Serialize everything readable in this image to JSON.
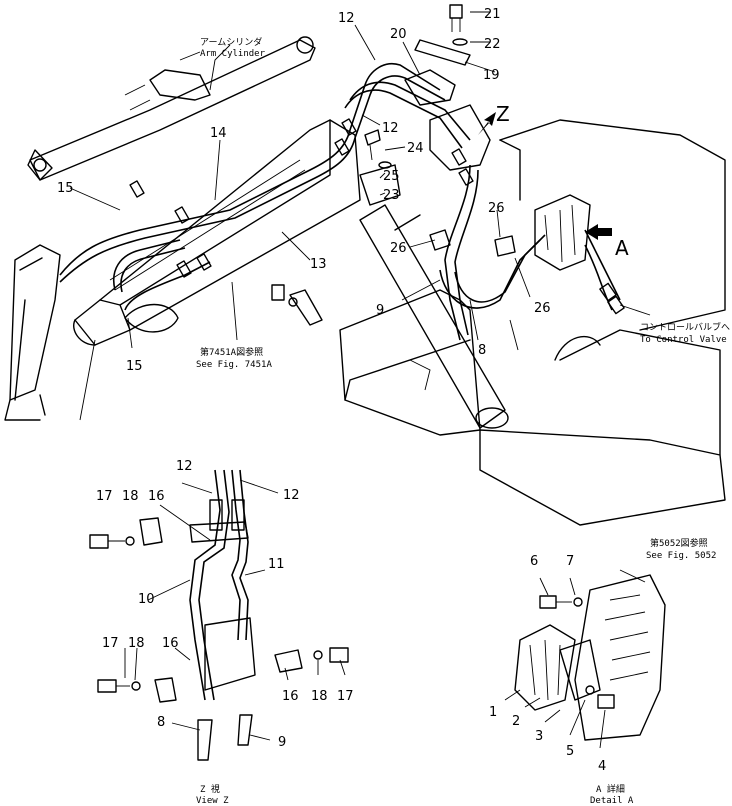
{
  "callouts": {
    "c21": "21",
    "c22": "22",
    "c19": "19",
    "c20": "20",
    "c12a": "12",
    "c12b": "12",
    "c14": "14",
    "c15a": "15",
    "c15b": "15",
    "c13": "13",
    "c24": "24",
    "c25": "25",
    "c23": "23",
    "c26a": "26",
    "c26b": "26",
    "c26c": "26",
    "c9": "9",
    "c8": "8",
    "z12a": "12",
    "z12b": "12",
    "z17a": "17",
    "z18a": "18",
    "z16a": "16",
    "z11": "11",
    "z10": "10",
    "z17b": "17",
    "z18b": "18",
    "z16b": "16",
    "z16c": "16",
    "z18c": "18",
    "z17c": "17",
    "z8": "8",
    "z9": "9",
    "a6": "6",
    "a7": "7",
    "a1": "1",
    "a2": "2",
    "a3": "3",
    "a5": "5",
    "a4": "4"
  },
  "markers": {
    "z": "Z",
    "a": "A"
  },
  "notes": {
    "arm_cyl_jp": "アームシリンダ",
    "arm_cyl_en": "Arm Cylinder",
    "fig7451_jp": "第7451A図参照",
    "fig7451_en": "See Fig. 7451A",
    "ctrl_jp": "コントロールバルブへ",
    "ctrl_en": "To Control Valve",
    "fig5052_jp": "第5052図参照",
    "fig5052_en": "See Fig. 5052",
    "viewz_jp": "Z 視",
    "viewz_en": "View Z",
    "detaila_jp": "A 詳細",
    "detaila_en": "Detail A"
  },
  "icons": [
    "bolt-icon",
    "washer-icon",
    "clamp-icon",
    "arrow-icon"
  ]
}
